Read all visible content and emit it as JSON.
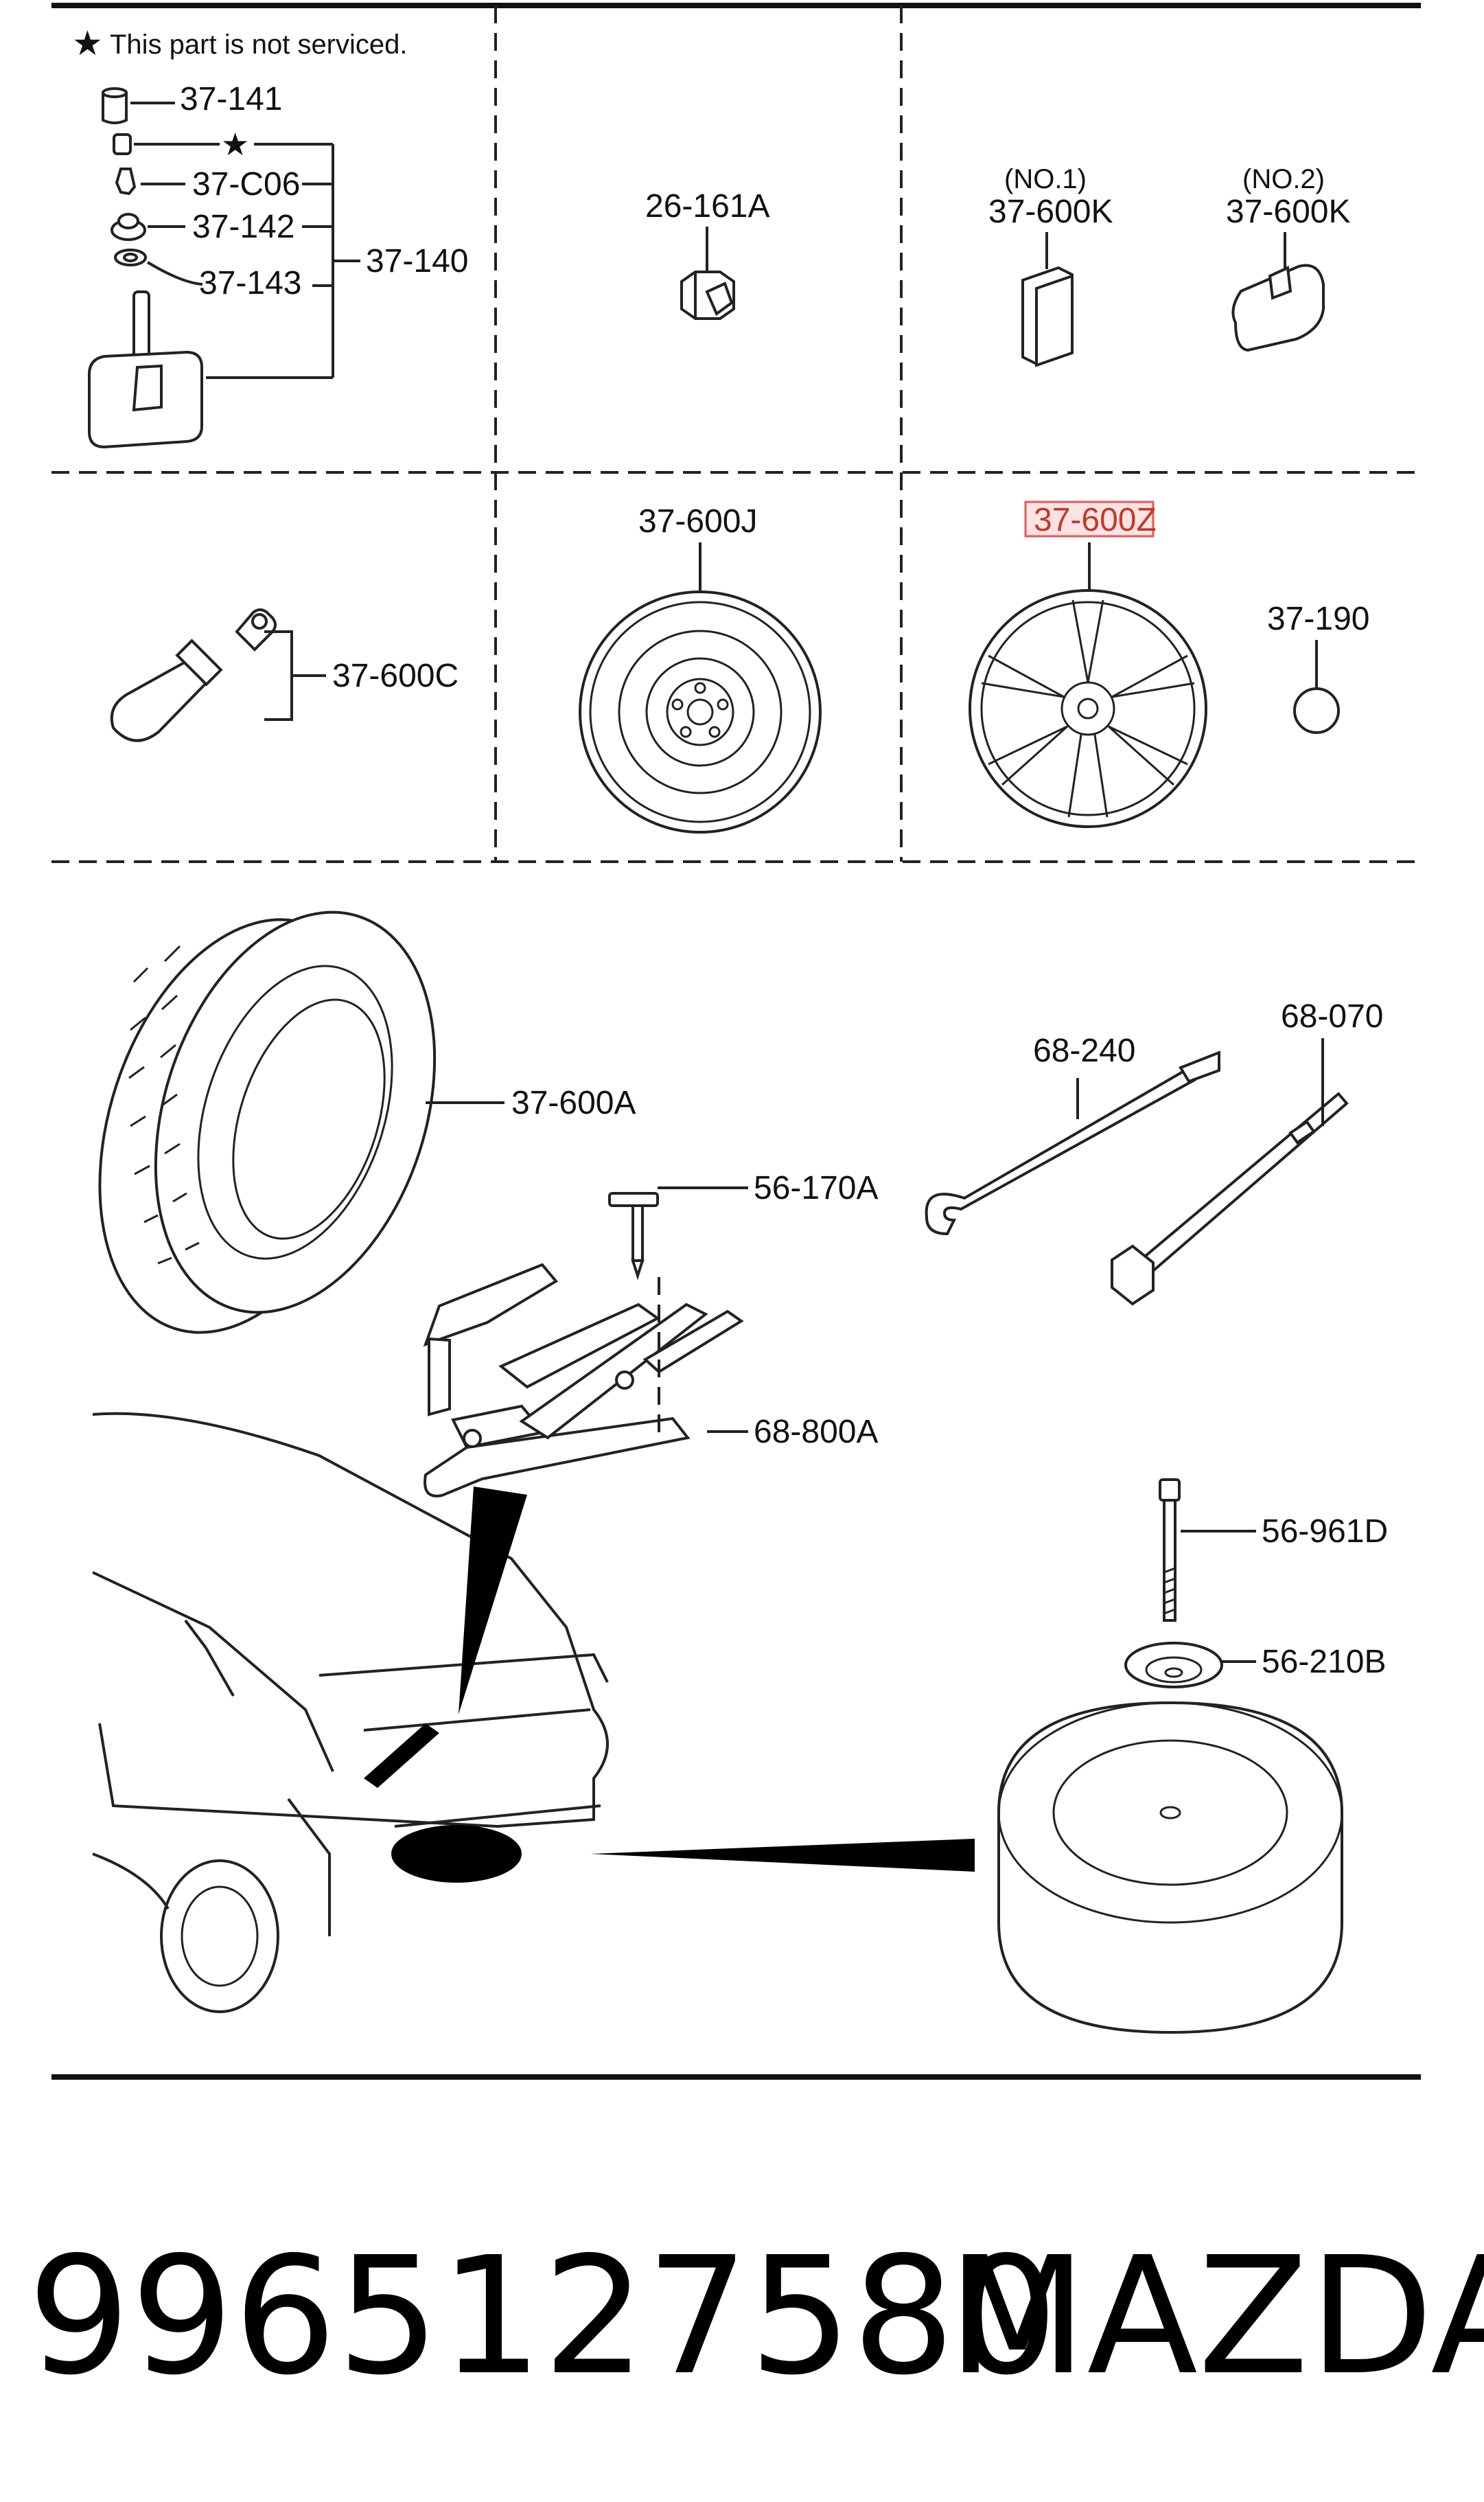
{
  "note": "This part is not serviced.",
  "labels": {
    "p37_141": "37-141",
    "p37_c06": "37-C06",
    "p37_142": "37-142",
    "p37_143": "37-143",
    "p37_140": "37-140",
    "p26_161a": "26-161A",
    "no1": "(NO.1)",
    "no2": "(NO.2)",
    "p37_600k_1": "37-600K",
    "p37_600k_2": "37-600K",
    "p37_600c": "37-600C",
    "p37_600j": "37-600J",
    "p37_600z": "37-600Z",
    "p37_190": "37-190",
    "p37_600a": "37-600A",
    "p68_240": "68-240",
    "p68_070": "68-070",
    "p56_170a": "56-170A",
    "p68_800a": "68-800A",
    "p56_961d": "56-961D",
    "p56_210b": "56-210B"
  },
  "footer": {
    "part_number": "9965127580",
    "brand": "MAZDA"
  },
  "colors": {
    "line": "#222222",
    "highlight_fill": "#fbe3e3",
    "highlight_stroke": "#e05a5a"
  }
}
